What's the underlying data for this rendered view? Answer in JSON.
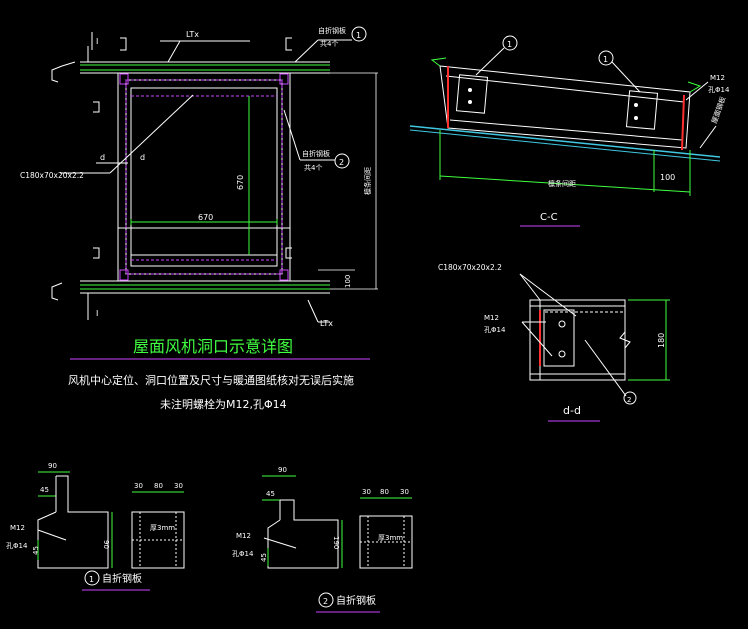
{
  "main_view": {
    "title": "屋面风机洞口示意详图",
    "note_line1": "风机中心定位、洞口位置及尺寸与暖通图纸核对无误后实施",
    "note_line2": "未注明螺栓为M12,孔Φ14",
    "label_LT_top": "LTx",
    "label_LT_bottom": "LTx",
    "label_member": "C180x70x20x2.2",
    "label_plate_top": "自折钢板",
    "label_plate_top_qty": "共4个",
    "label_plate_mid": "自折钢板",
    "label_plate_mid_qty": "共4个",
    "dim_inner_w": "670",
    "dim_inner_h": "670",
    "dim_total_v": "檩条间距",
    "dim_100": "100",
    "sec_mark_top": "I",
    "sec_mark_bottom": "I",
    "sec_mark_left": "d",
    "sec_mark_right": "d",
    "callout_1": "1",
    "callout_2": "2"
  },
  "section_cc": {
    "title": "C-C",
    "callout_1a": "1",
    "callout_1b": "1",
    "label_m12": "M12",
    "label_hole": "孔Φ14",
    "label_panel": "屋面钢板",
    "dim_span": "檩条间距",
    "dim_100": "100"
  },
  "section_dd": {
    "title": "d-d",
    "label_member": "C180x70x20x2.2",
    "label_m12": "M12",
    "label_hole": "孔Φ14",
    "dim_180": "180",
    "callout_2": "2"
  },
  "plate_1": {
    "caption_num": "1",
    "caption": "自折钢板",
    "dim_90": "90",
    "dim_45": "45",
    "dim_90v": "90",
    "dim_45v": "45",
    "label_m12": "M12",
    "label_hole": "孔Φ14",
    "dim_30a": "30",
    "dim_80": "80",
    "dim_30b": "30",
    "thickness": "厚3mm"
  },
  "plate_2": {
    "caption_num": "2",
    "caption": "自折钢板",
    "dim_90": "90",
    "dim_45": "45",
    "dim_190v": "190",
    "dim_45v": "45",
    "label_m12": "M12",
    "label_hole": "孔Φ14",
    "dim_30a": "30",
    "dim_80": "80",
    "dim_30b": "30",
    "thickness": "厚3mm"
  },
  "colors": {
    "background": "#000000",
    "line_white": "#ffffff",
    "dim_green": "#40ff40",
    "member_magenta": "#cc44ff",
    "accent_red": "#ff3030",
    "panel_cyan": "#40c8e0"
  }
}
